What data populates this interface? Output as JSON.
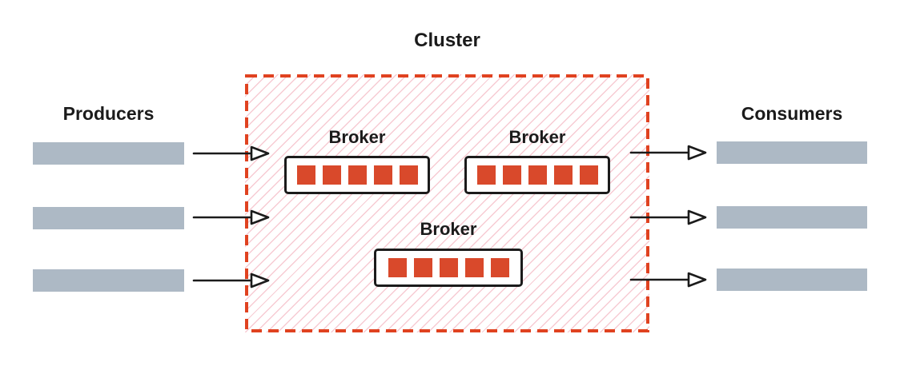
{
  "colors": {
    "accent-red": "#E04220",
    "square-red": "#D9492B",
    "hatch-pink": "#F7CBD3",
    "bar-gray": "#ADB9C5",
    "ink": "#1B1B1B"
  },
  "diagram": {
    "cluster": {
      "title": "Cluster",
      "brokers": [
        {
          "label": "Broker",
          "partition_count": 5
        },
        {
          "label": "Broker",
          "partition_count": 5
        },
        {
          "label": "Broker",
          "partition_count": 5
        }
      ]
    },
    "producers": {
      "label": "Producers",
      "stream_count": 3
    },
    "consumers": {
      "label": "Consumers",
      "stream_count": 3
    },
    "arrows": {
      "into_cluster": 3,
      "out_of_cluster": 3
    }
  }
}
